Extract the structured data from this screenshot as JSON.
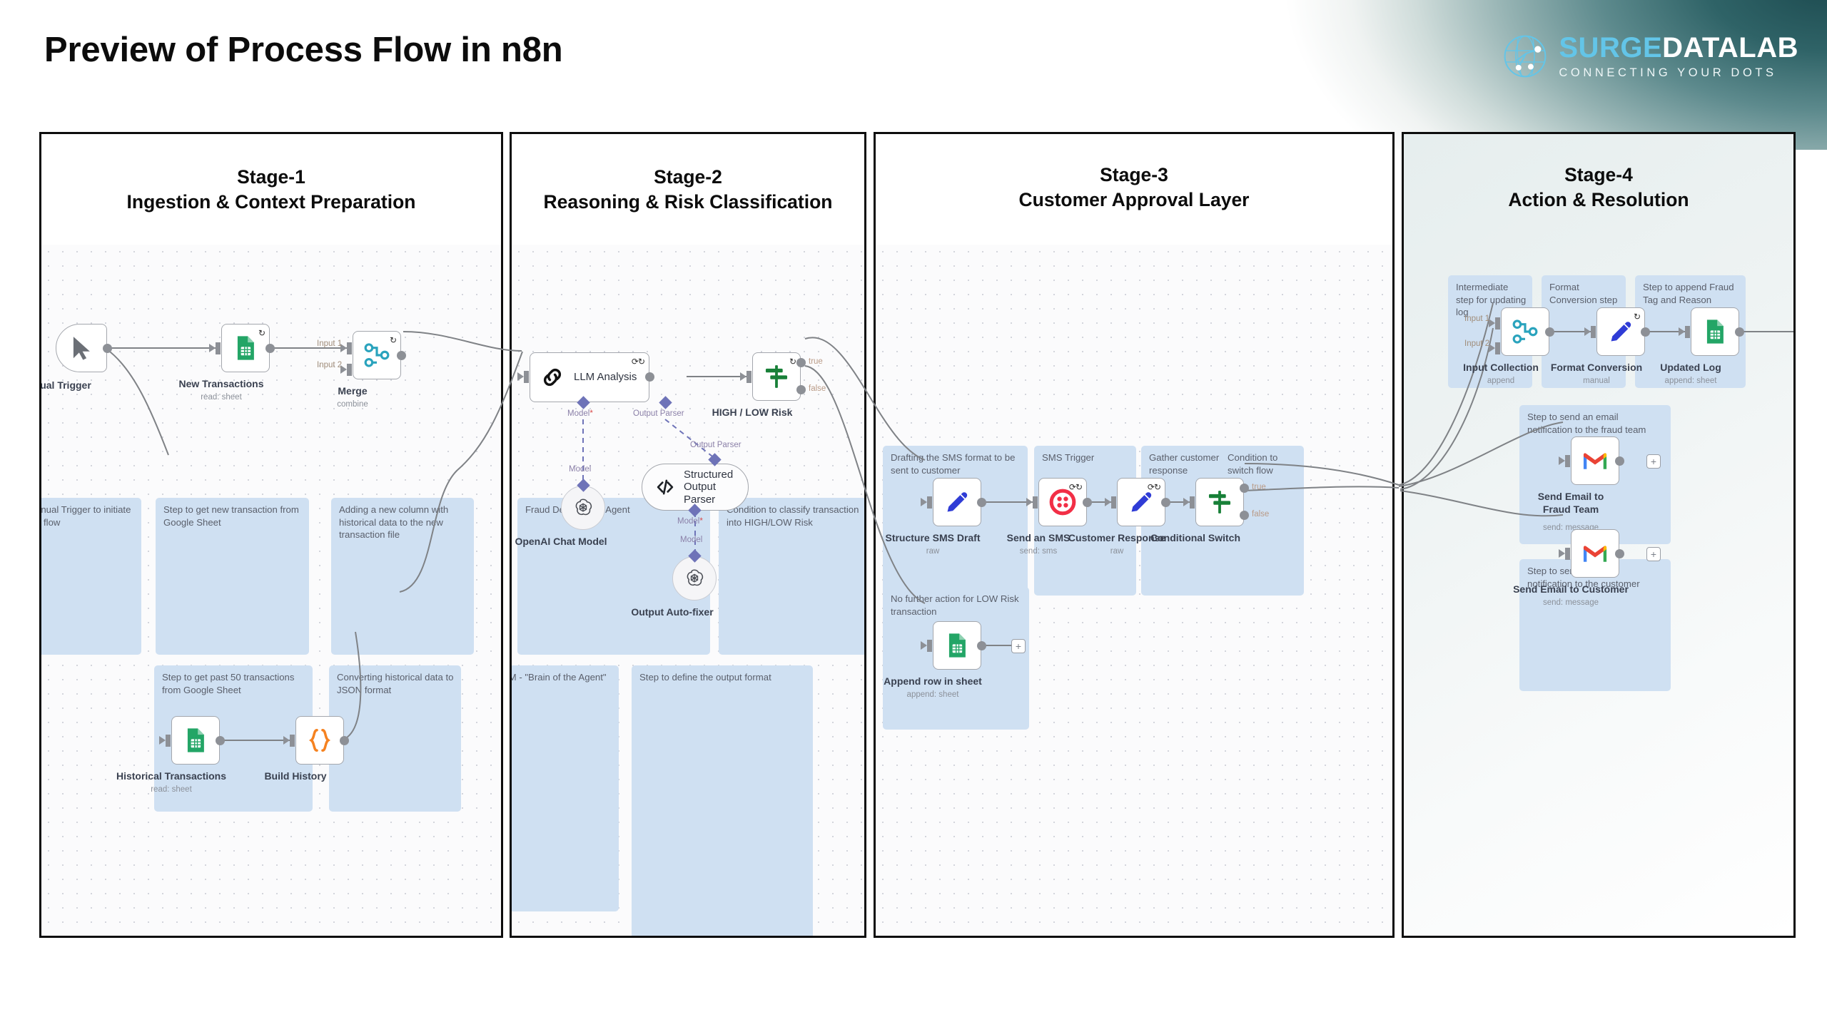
{
  "page_title": "Preview of Process Flow in n8n",
  "logo": {
    "word_primary": "SURGE",
    "word_secondary": "DATALAB",
    "tagline": "CONNECTING YOUR DOTS",
    "primary_color": "#63c5e8",
    "secondary_color": "#ffffff"
  },
  "stages": [
    {
      "id": "stage-1",
      "title_line1": "Stage-1",
      "title_line2": "Ingestion & Context Preparation",
      "notes": [
        {
          "text": "Manual Trigger to initiate the flow"
        },
        {
          "text": "Step to get new transaction from Google Sheet"
        },
        {
          "text": "Adding a new column with historical data to the new transaction file"
        },
        {
          "text": "Step to get past 50 transactions from Google Sheet"
        },
        {
          "text": "Converting historical data to JSON format"
        }
      ],
      "nodes": [
        {
          "label": "Manual Trigger",
          "sub": "",
          "icon": "cursor-icon"
        },
        {
          "label": "New Transactions",
          "sub": "read: sheet",
          "icon": "google-sheets-icon"
        },
        {
          "label": "Merge",
          "sub": "combine",
          "icon": "merge-icon"
        },
        {
          "label": "Historical Transactions",
          "sub": "read: sheet",
          "icon": "google-sheets-icon"
        },
        {
          "label": "Build History",
          "sub": "",
          "icon": "code-braces-icon"
        }
      ],
      "port_labels": [
        "Input 1",
        "Input 2"
      ]
    },
    {
      "id": "stage-2",
      "title_line1": "Stage-2",
      "title_line2": "Reasoning & Risk Classification",
      "notes": [
        {
          "text": "Fraud Detection AI Agent"
        },
        {
          "text": "Condition to classify transaction into HIGH/LOW Risk"
        },
        {
          "text": "LLM - \"Brain of the Agent\""
        },
        {
          "text": "Step to define the output format"
        }
      ],
      "nodes": [
        {
          "label": "LLM Analysis",
          "sub": "",
          "icon": "chain-link-icon"
        },
        {
          "label": "HIGH / LOW Risk",
          "sub": "",
          "icon": "switch-signpost-icon"
        },
        {
          "label": "OpenAI Chat Model",
          "sub": "",
          "icon": "openai-icon"
        },
        {
          "label": "Structured Output Parser",
          "sub": "",
          "icon": "code-tag-icon"
        },
        {
          "label": "Output Auto-fixer",
          "sub": "",
          "icon": "openai-icon"
        }
      ],
      "ai_labels": [
        "Model*",
        "Output Parser",
        "Model",
        "Output Parser",
        "Model*",
        "Model"
      ],
      "branch_labels": [
        "true",
        "false"
      ]
    },
    {
      "id": "stage-3",
      "title_line1": "Stage-3",
      "title_line2": "Customer Approval Layer",
      "notes": [
        {
          "text": "Drafting the SMS format to be sent to customer"
        },
        {
          "text": "SMS Trigger"
        },
        {
          "text": "Gather customer response"
        },
        {
          "text": "Condition to switch flow"
        },
        {
          "text": "No further action for LOW Risk transaction"
        }
      ],
      "nodes": [
        {
          "label": "Structure SMS Draft",
          "sub": "raw",
          "icon": "edit-pencil-icon"
        },
        {
          "label": "Send an SMS",
          "sub": "send: sms",
          "icon": "twilio-icon"
        },
        {
          "label": "Customer Response",
          "sub": "raw",
          "icon": "edit-pencil-icon"
        },
        {
          "label": "Conditional Switch",
          "sub": "",
          "icon": "switch-signpost-icon"
        },
        {
          "label": "Append row in sheet",
          "sub": "append: sheet",
          "icon": "google-sheets-icon"
        }
      ],
      "branch_labels": [
        "true",
        "false"
      ]
    },
    {
      "id": "stage-4",
      "title_line1": "Stage-4",
      "title_line2": "Action & Resolution",
      "notes": [
        {
          "text": "Intermediate step for updating log"
        },
        {
          "text": "Format Conversion step"
        },
        {
          "text": "Step to append Fraud Tag and Reason"
        },
        {
          "text": "Step to send an email notification to the fraud team"
        },
        {
          "text": "Step to send an email notification to the customer"
        }
      ],
      "nodes": [
        {
          "label": "Input Collection",
          "sub": "append",
          "icon": "merge-icon"
        },
        {
          "label": "Format Conversion",
          "sub": "manual",
          "icon": "edit-pencil-icon"
        },
        {
          "label": "Updated Log",
          "sub": "append: sheet",
          "icon": "google-sheets-icon"
        },
        {
          "label": "Send Email to Fraud Team",
          "sub": "send: message",
          "icon": "gmail-icon"
        },
        {
          "label": "Send Email to Customer",
          "sub": "send: message",
          "icon": "gmail-icon"
        }
      ],
      "port_labels": [
        "Input 1",
        "Input 2"
      ]
    }
  ],
  "plus_stub_glyph": "+"
}
